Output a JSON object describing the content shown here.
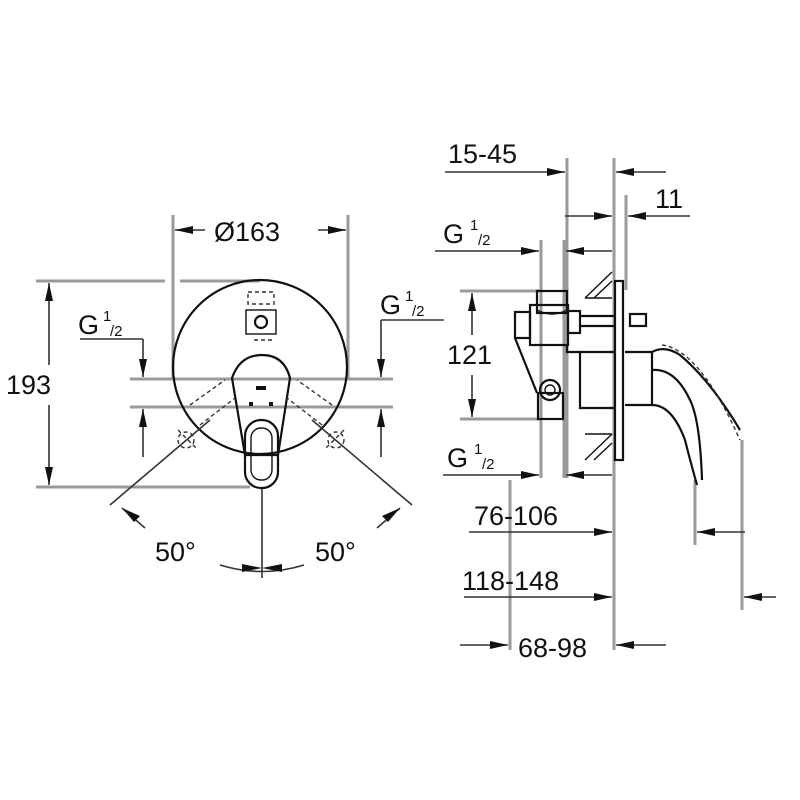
{
  "drawing": {
    "front_view": {
      "diameter_label": "Ø163",
      "height_label": "193",
      "left_connection": {
        "main": "G",
        "sup": "1",
        "sub": "/2"
      },
      "right_connection": {
        "main": "G",
        "sup": "1",
        "sub": "/2"
      },
      "angle_left_label": "50°",
      "angle_right_label": "50°"
    },
    "side_view": {
      "wall_range_label": "15-45",
      "plate_label": "11",
      "top_connection": {
        "main": "G",
        "sup": "1",
        "sub": "/2"
      },
      "bottom_connection": {
        "main": "G",
        "sup": "1",
        "sub": "/2"
      },
      "height_label": "121",
      "depth_1_label": "76-106",
      "depth_2_label": "118-148",
      "depth_3_label": "68-98"
    }
  }
}
